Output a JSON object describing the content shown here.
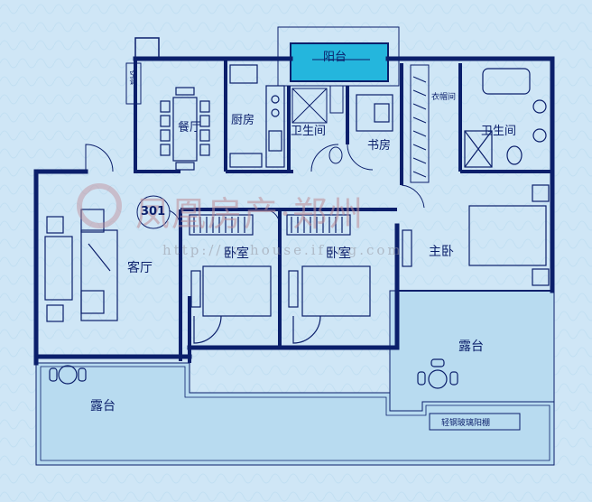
{
  "plan": {
    "unit_number": "301",
    "rooms": {
      "balcony_top": "阳台",
      "dining": "餐厅",
      "kitchen": "厨房",
      "bath_small": "卫生间",
      "study": "书房",
      "cloakroom": "衣帽间",
      "bath_master": "卫生间",
      "living": "客厅",
      "bedroom1": "卧室",
      "bedroom2": "卧室",
      "master_bedroom": "主卧",
      "terrace_left": "露台",
      "terrace_right": "露台"
    },
    "annotations": {
      "railing": "轻钢玻璃阳棚",
      "ac_left": "空调"
    },
    "watermark": {
      "text": "凤凰房产·郑州",
      "url": "http://zz.house.ifeng.com"
    },
    "colors": {
      "wall": "#0b1f6b",
      "background": "#cfe6f6",
      "terrace_fill": "#b5d9ef",
      "balcony_highlight": "#24b6dd",
      "line": "#0b1f6b"
    }
  }
}
